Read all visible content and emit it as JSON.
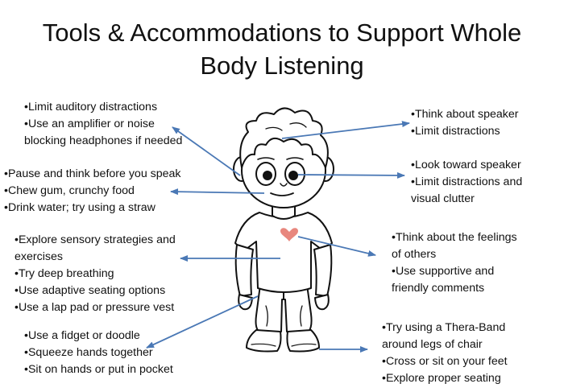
{
  "title": {
    "line1": "Tools & Accommodations to Support Whole",
    "line2": "Body Listening"
  },
  "notes": {
    "ears": [
      "•Limit auditory distractions",
      "•Use an amplifier or noise",
      "blocking headphones if needed"
    ],
    "brain": [
      "•Think about speaker",
      "•Limit distractions"
    ],
    "mouth": [
      "•Pause and think before you speak",
      "•Chew gum, crunchy food",
      "•Drink water; try using a straw"
    ],
    "eyes": [
      "•Look toward speaker",
      "•Limit distractions and",
      "visual clutter"
    ],
    "body": [
      "•Explore sensory strategies and",
      "exercises",
      "•Try deep breathing",
      "•Use adaptive seating options",
      "•Use a lap pad or pressure vest"
    ],
    "heart": [
      "•Think about the  feelings",
      "of others",
      "•Use supportive and",
      "friendly comments"
    ],
    "hands": [
      "•Use a fidget or doodle",
      "•Squeeze hands together",
      "•Sit on hands or put in pocket"
    ],
    "feet": [
      "•Try using a Thera-Band",
      "around legs of chair",
      "•Cross or sit on your feet",
      "•Explore proper seating"
    ]
  },
  "colors": {
    "arrow": "#4a78b5",
    "heart": "#e8877e",
    "outline": "#111111"
  }
}
